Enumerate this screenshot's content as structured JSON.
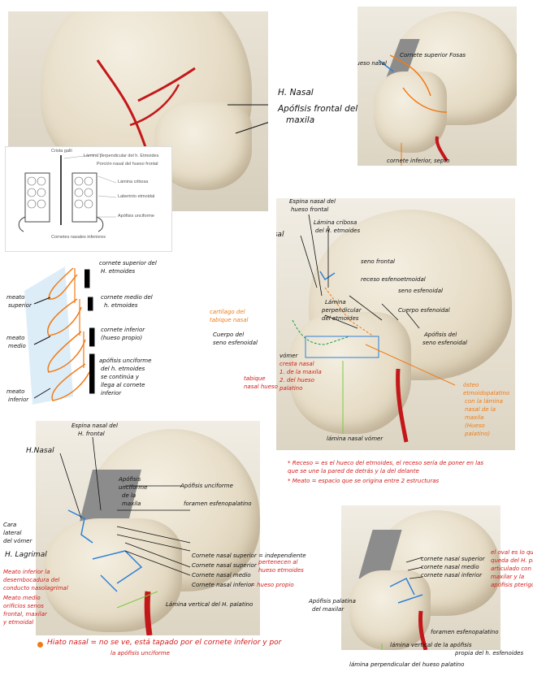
{
  "panel_a": {
    "labels": {
      "nasal": "H. Nasal",
      "frontal_process_1": "Apófisis frontal del",
      "frontal_process_2": "maxila"
    },
    "colors": {
      "background": "#dcd4c2",
      "artery": "#c4171a"
    }
  },
  "diagram": {
    "labels": {
      "crista": "Crista galli",
      "perp_plate": "Lámina perpendicular del h. Etmoides",
      "nasal_part": "Porción nasal del hueso frontal",
      "cribriform": "Lámina cribosa",
      "ethmoid_lab": "Laberinto etmoidal",
      "uncinate": "Apófisis unciforme",
      "conchae": "Cornetes nasales inferiores"
    }
  },
  "sketch": {
    "labels": {
      "upper_meatus_1": "meato",
      "upper_meatus_2": "superior",
      "middle_meatus_1": "meato",
      "middle_meatus_2": "medio",
      "lower_meatus_1": "meato",
      "lower_meatus_2": "inferior",
      "sup_concha_1": "cornete superior del",
      "sup_concha_2": "H. etmoides",
      "mid_concha_1": "cornete medio del",
      "mid_concha_2": "h. etmoides",
      "inf_concha_1": "cornete inferior",
      "inf_concha_2": "(hueso propio)",
      "uncinate_1": "apófisis unciforme",
      "uncinate_2": "del h. etmoides",
      "uncinate_3": "se continúa y",
      "uncinate_4": "llega al cornete",
      "uncinate_5": "inferior"
    },
    "colors": {
      "line": "#f07b16",
      "shade": "#cfe6f5"
    }
  },
  "panel_b": {
    "labels": {
      "nasal_bone": "hueso nasal",
      "sup_concha": "Cornete superior Fosas",
      "inf_concha": "cornete inferior, septo"
    }
  },
  "panel_c": {
    "labels": {
      "spine_1": "Espina nasal del",
      "spine_2": "hueso frontal",
      "cribriform_1": "Lámina cribosa",
      "cribriform_2": "del H. etmoides",
      "nasal": "H. Nasal",
      "frontal_sinus": "seno frontal",
      "sphenoethmoid_1": "receso esfenoetmoidal",
      "sphenoid_sinus": "seno esfenoidal",
      "perp_plate_1": "Lámina",
      "perp_plate_2": "perpendicular",
      "perp_plate_3": "del etmoides",
      "sphenoid_body": "Cuerpo esfenoidal",
      "cartilage_1": "cartílago del",
      "cartilage_2": "tabique nasal",
      "sphenoid_1": "Cuerpo del",
      "sphenoid_2": "seno esfenoidal",
      "apophysis_1": "Apófisis del",
      "apophysis_2": "seno esfenoidal",
      "vomer": "vómer",
      "crest_1": "cresta nasal",
      "crest_2": "1. de la maxila",
      "crest_3": "2. del hueso",
      "crest_4": "palatino",
      "septum_1": "tabique",
      "septum_2": "nasal hueso",
      "vomer_plate": "lámina nasal vómer",
      "note_1": "ósteo",
      "note_2": "etmoidopalatino",
      "note_3": "con la lámina",
      "note_4": "nasal de la",
      "note_5": "maxila",
      "note_6": "(Hueso",
      "note_7": "palatino)"
    }
  },
  "notes": {
    "line_1": "* Receso = es el hueco del etmoides, el receso sería de poner en las",
    "line_2": "  que se une la pared de detrás y la del delante",
    "line_3": "* Meato = espacio que se origina entre 2 estructuras"
  },
  "panel_d": {
    "labels": {
      "spine_1": "Espina nasal del",
      "spine_2": "H. frontal",
      "nasal": "H.Nasal",
      "uncinate_1": "Apófisis",
      "uncinate_2": "unciforme",
      "uncinate_3": "de la",
      "uncinate_4": "maxila",
      "uncinate_r": "Apófisis unciforme",
      "sphenopalatine": "foramen esfenopalatino",
      "lacrimal": "H. Lagrimal",
      "nasal_wall_1": "Cara",
      "nasal_wall_2": "lateral",
      "nasal_wall_3": "del vómer",
      "sup_concha": "Cornete nasal superior = independiente",
      "mid_concha": "Cornete nasal superior",
      "inf_concha": "Cornete nasal medio",
      "inf_concha_2": "Cornete nasal inferior",
      "own_bone": "= hueso propio",
      "etmoid_1": "pertenecen al",
      "etmoid_2": "hueso etmoides",
      "palatine": "Lámina vertical del H. palatino",
      "meato_1": "Meato inferior la",
      "meato_2": "desembocadura del",
      "meato_3": "conducto nasolagrimal",
      "meato_4": "Meato medio",
      "meato_5": "orificios senos",
      "meato_6": "frontal, maxilar",
      "meato_7": "y etmoidal",
      "hiato": "Hiato nasal = no se ve, está tapado por el cornete inferior y por",
      "hiato_2": "la apófisis unciforme"
    }
  },
  "panel_e": {
    "labels": {
      "sup": "cornete nasal superior",
      "mid": "cornete nasal medio",
      "inf": "cornete nasal inferior",
      "palatine_1": "Apófisis palatina",
      "palatine_2": "del maxilar",
      "sphenopalatine": "foramen esfenopalatino",
      "vertical_1": "lámina vertical de la apófisis",
      "vertical_2": "propia del h. esfenoides",
      "perp_palatine": "lámina perpendicular del hueso palatino",
      "red_note_1": "el oval es lo que",
      "red_note_2": "queda del H. palatino",
      "red_note_3": "articulado con el",
      "red_note_4": "maxilar y la",
      "red_note_5": "apófisis pterigoides"
    }
  }
}
